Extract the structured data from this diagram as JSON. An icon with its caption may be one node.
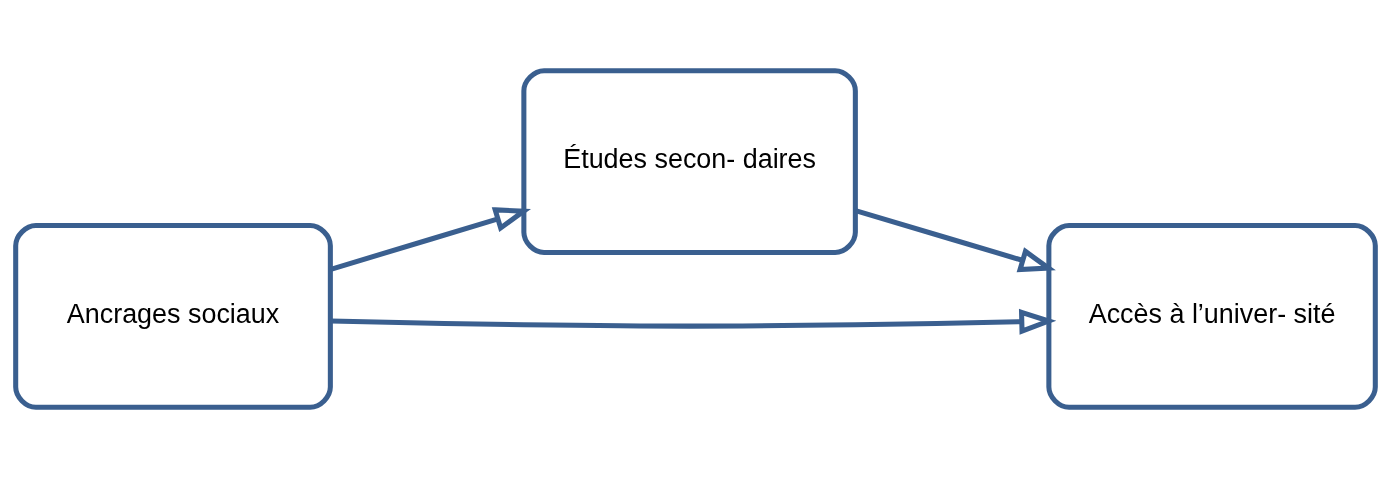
{
  "diagram": {
    "nodes": [
      {
        "text": [
          "Ancrages sociaux"
        ]
      },
      {
        "text": [
          "Études secon- daires"
        ]
      },
      {
        "text": [
          "Accès à l’univer- sité"
        ]
      }
    ],
    "edges": [
      {
        "from": 0,
        "to": 1,
        "arrow": "to"
      },
      {
        "from": 1,
        "to": 2,
        "arrow": "to"
      },
      {
        "from": 0,
        "to": 2,
        "arrow": "to"
      }
    ]
  }
}
